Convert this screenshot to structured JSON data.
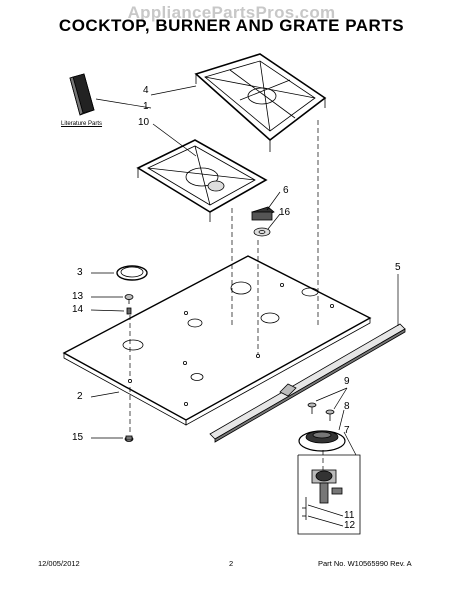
{
  "header": {
    "watermark": "AppliancePartsPros.com",
    "title": "COCKTOP, BURNER AND GRATE PARTS"
  },
  "literature": {
    "label": "Literature Parts"
  },
  "callouts": [
    "4",
    "1",
    "10",
    "6",
    "16",
    "3",
    "13",
    "14",
    "2",
    "15",
    "5",
    "9",
    "8",
    "7",
    "11",
    "12"
  ],
  "footer": {
    "date": "12/005/2012",
    "page": "2",
    "part": "Part No. W10565990  Rev. A"
  }
}
